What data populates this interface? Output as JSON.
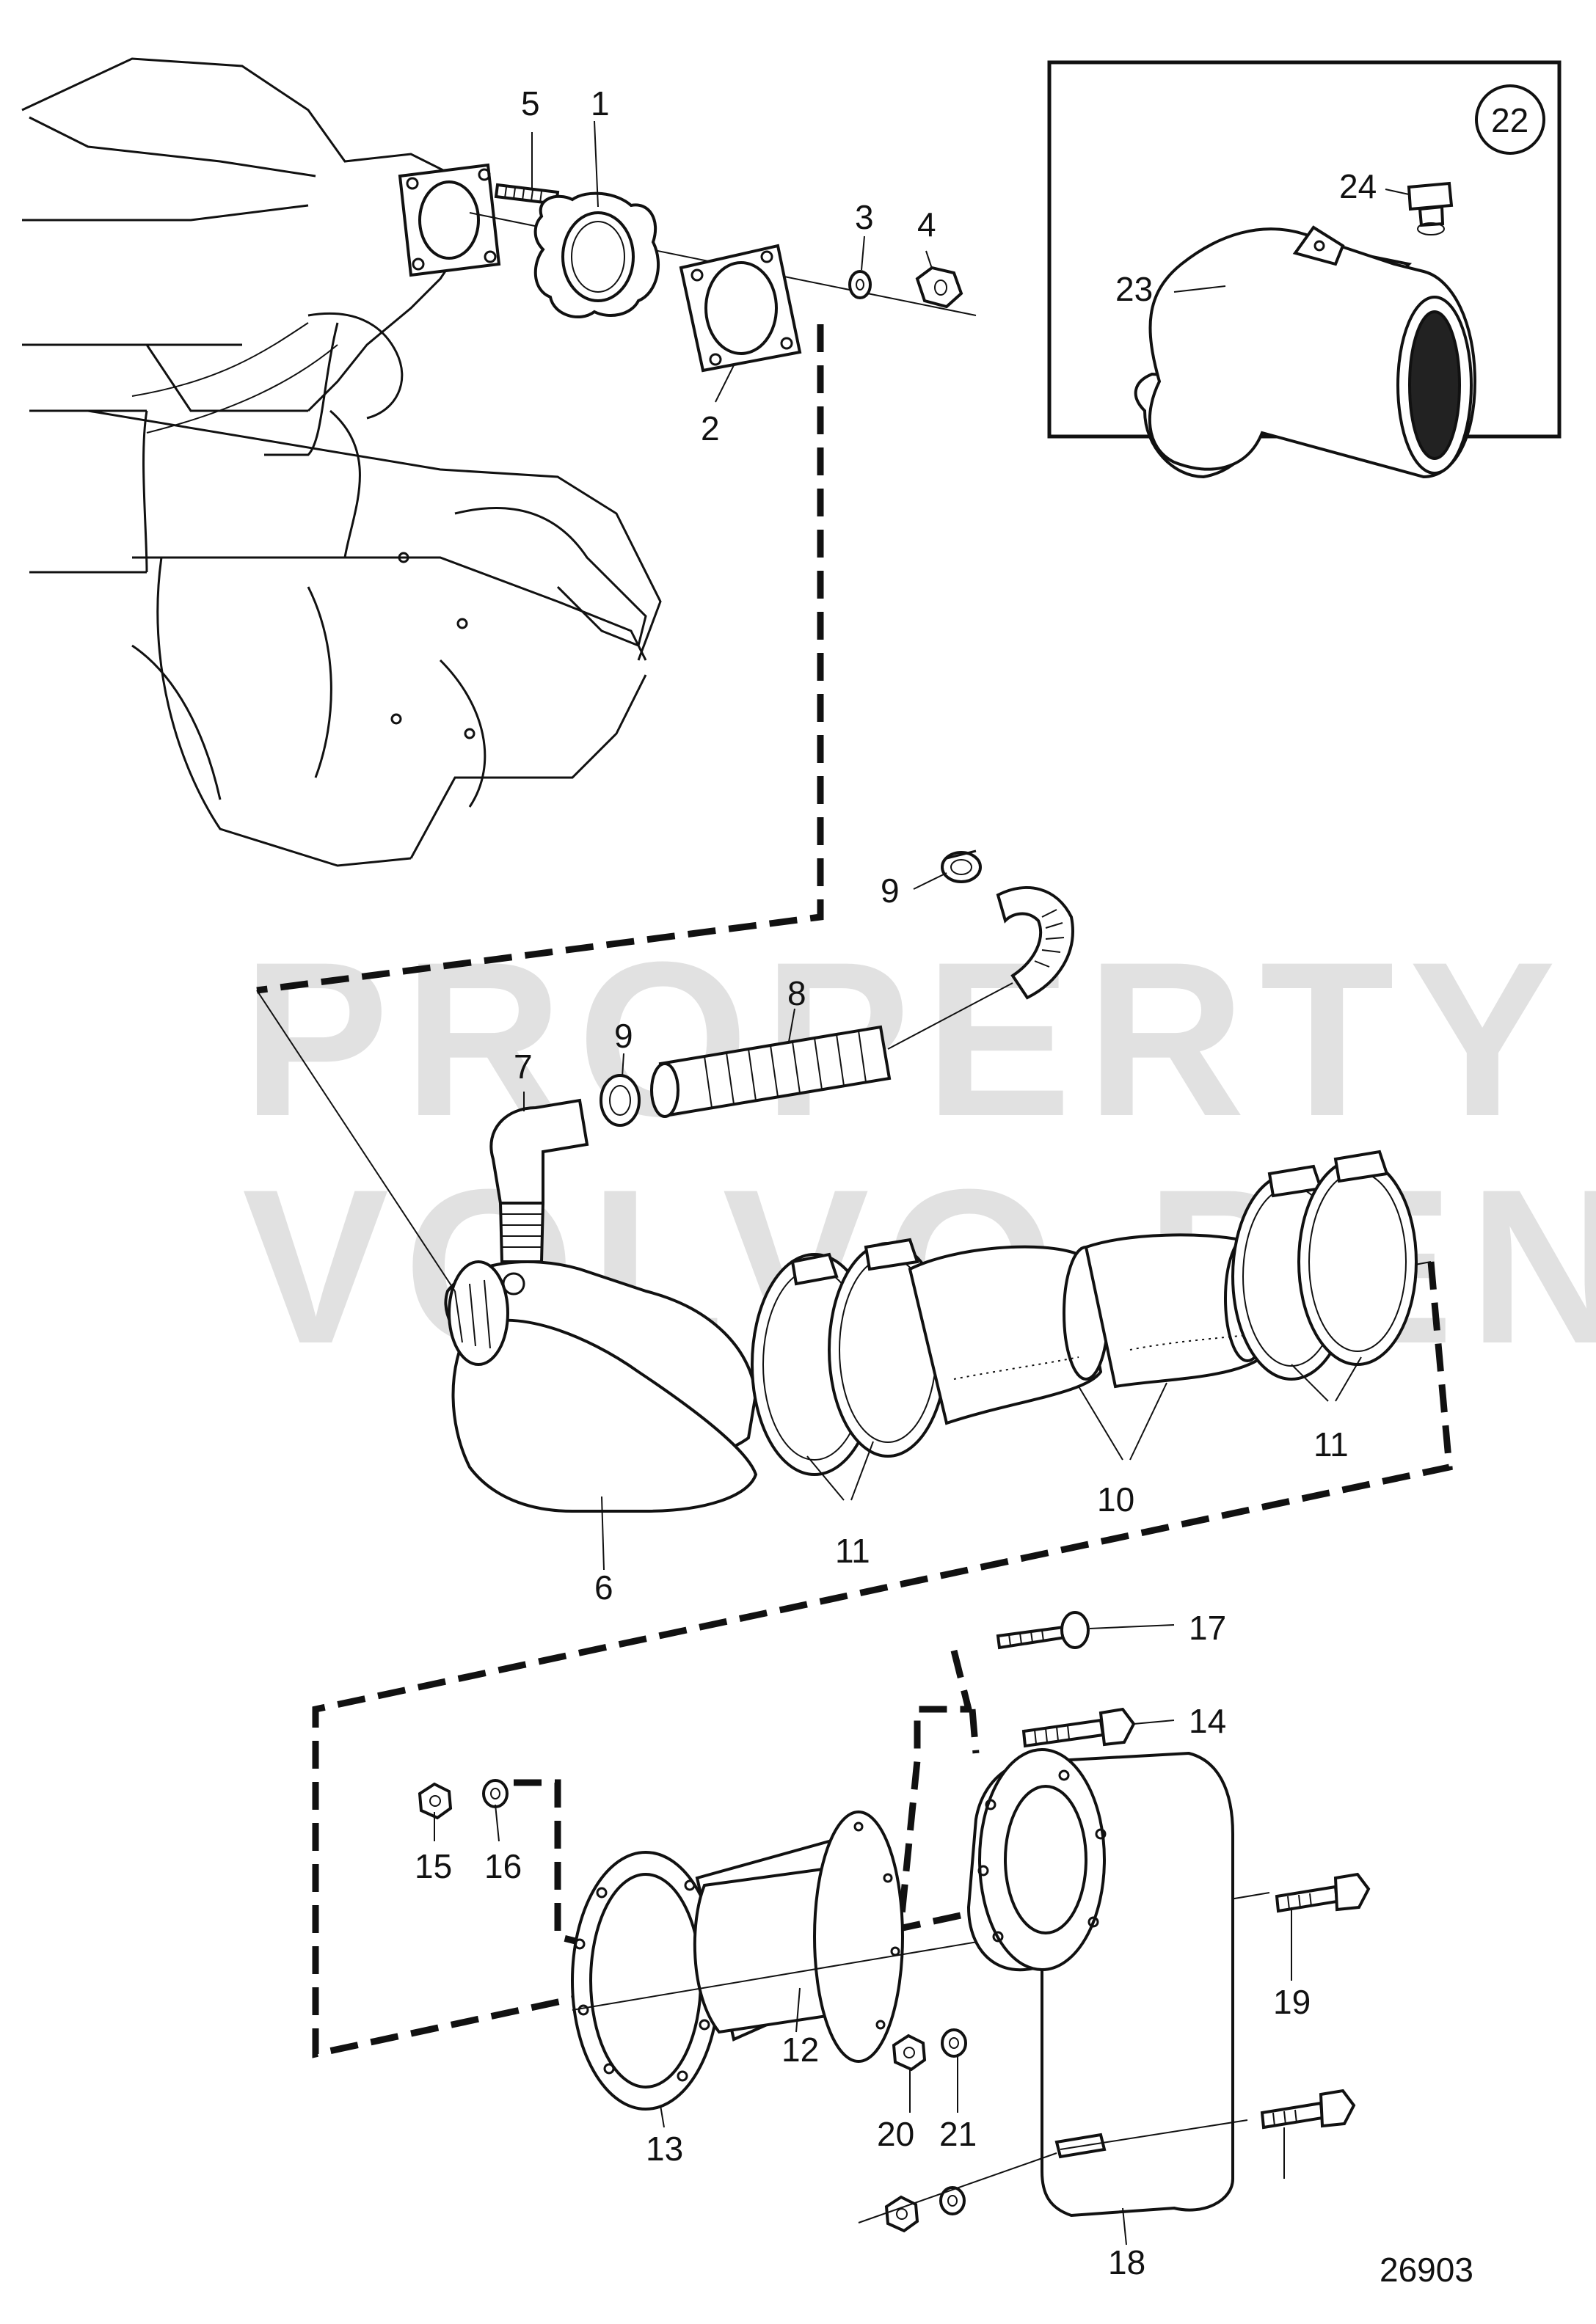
{
  "diagram": {
    "callouts": [
      "1",
      "2",
      "3",
      "4",
      "5",
      "6",
      "7",
      "8",
      "9",
      "9",
      "10",
      "11",
      "11",
      "12",
      "13",
      "14",
      "15",
      "16",
      "17",
      "18",
      "19",
      "20",
      "21",
      "22",
      "23",
      "24"
    ],
    "watermark_lines": [
      "PROPERTY OF",
      "VOLVO PENTA"
    ],
    "figure_number": "26903",
    "inset_label": "22"
  },
  "colors": {
    "ink": "#111111",
    "paper": "#ffffff",
    "watermark": "#c9c9c9"
  }
}
